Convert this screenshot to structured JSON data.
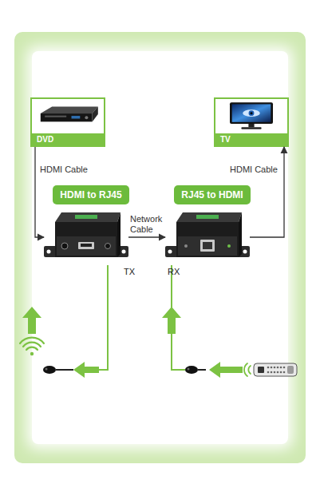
{
  "diagram": {
    "nodes": [
      {
        "text": [
          "DVD"
        ]
      },
      {
        "text": [
          "TV"
        ]
      },
      {
        "text": [
          "HDMI to RJ45"
        ]
      },
      {
        "text": [
          "RJ45 to HDMI"
        ]
      },
      {
        "text": [
          "TX"
        ]
      },
      {
        "text": [
          "RX"
        ]
      }
    ],
    "edges": [
      {
        "from": 0,
        "to": 4,
        "label": "HDMI Cable",
        "arrow": "to"
      },
      {
        "from": 4,
        "to": 5,
        "label": "Network Cable",
        "arrow": "to"
      },
      {
        "from": 5,
        "to": 1,
        "label": "HDMI Cable",
        "arrow": "to"
      }
    ]
  }
}
